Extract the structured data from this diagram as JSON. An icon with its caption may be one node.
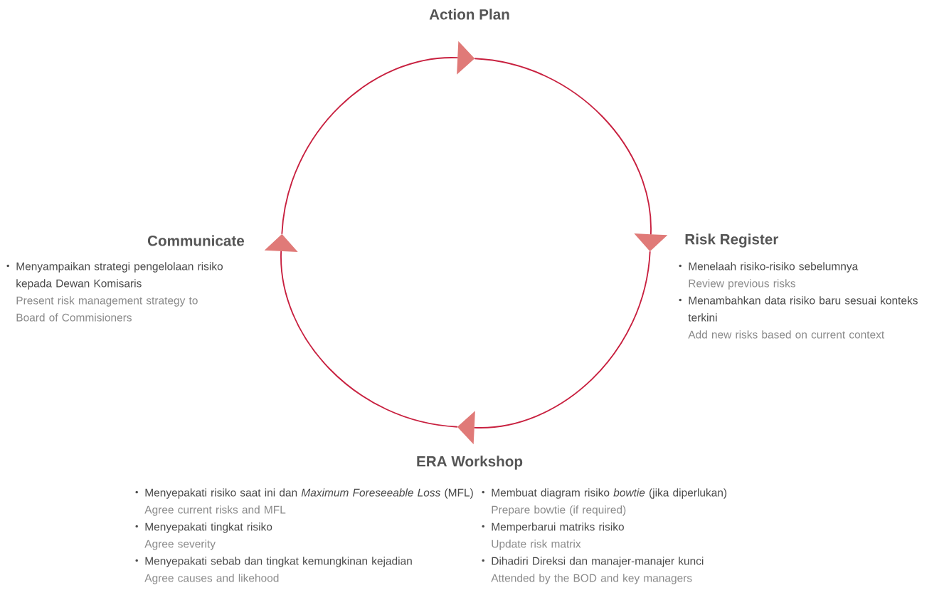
{
  "diagram": {
    "nodes": [
      {
        "text": [
          "Action Plan"
        ]
      },
      {
        "text": [
          "Risk Register"
        ],
        "beside": [
          "Menelaah risiko-risiko sebelumnya",
          "Review previous risks",
          "Menambahkan data risiko baru sesuai konteks terkini",
          "Add new risks based on current context"
        ]
      },
      {
        "text": [
          "ERA Workshop"
        ],
        "beside": [
          "Menyepakati risiko saat ini dan *Maximum Foreseeable Loss* (MFL)",
          "Agree current risks and MFL",
          "Menyepakati tingkat risiko",
          "Agree severity",
          "Menyepakati sebab dan tingkat kemungkinan kejadian",
          "Agree causes and likehood",
          "Membuat diagram risiko *bowtie* (jika diperlukan)",
          "Prepare bowtie (if required)",
          "Memperbarui matriks risiko",
          "Update risk matrix",
          "Dihadiri Direksi dan manajer-manajer kunci",
          "Attended by the BOD and key managers"
        ]
      },
      {
        "text": [
          "Communicate"
        ],
        "beside": [
          "Menyampaikan strategi pengelolaan risiko kepada Dewan Komisaris",
          "Present risk management strategy to Board of Commisioners"
        ]
      }
    ],
    "edges": [
      {
        "from": 0,
        "to": 1,
        "arrow": "to"
      },
      {
        "from": 1,
        "to": 2,
        "arrow": "to"
      },
      {
        "from": 2,
        "to": 3,
        "arrow": "to"
      },
      {
        "from": 3,
        "to": 0,
        "arrow": "to"
      }
    ]
  }
}
